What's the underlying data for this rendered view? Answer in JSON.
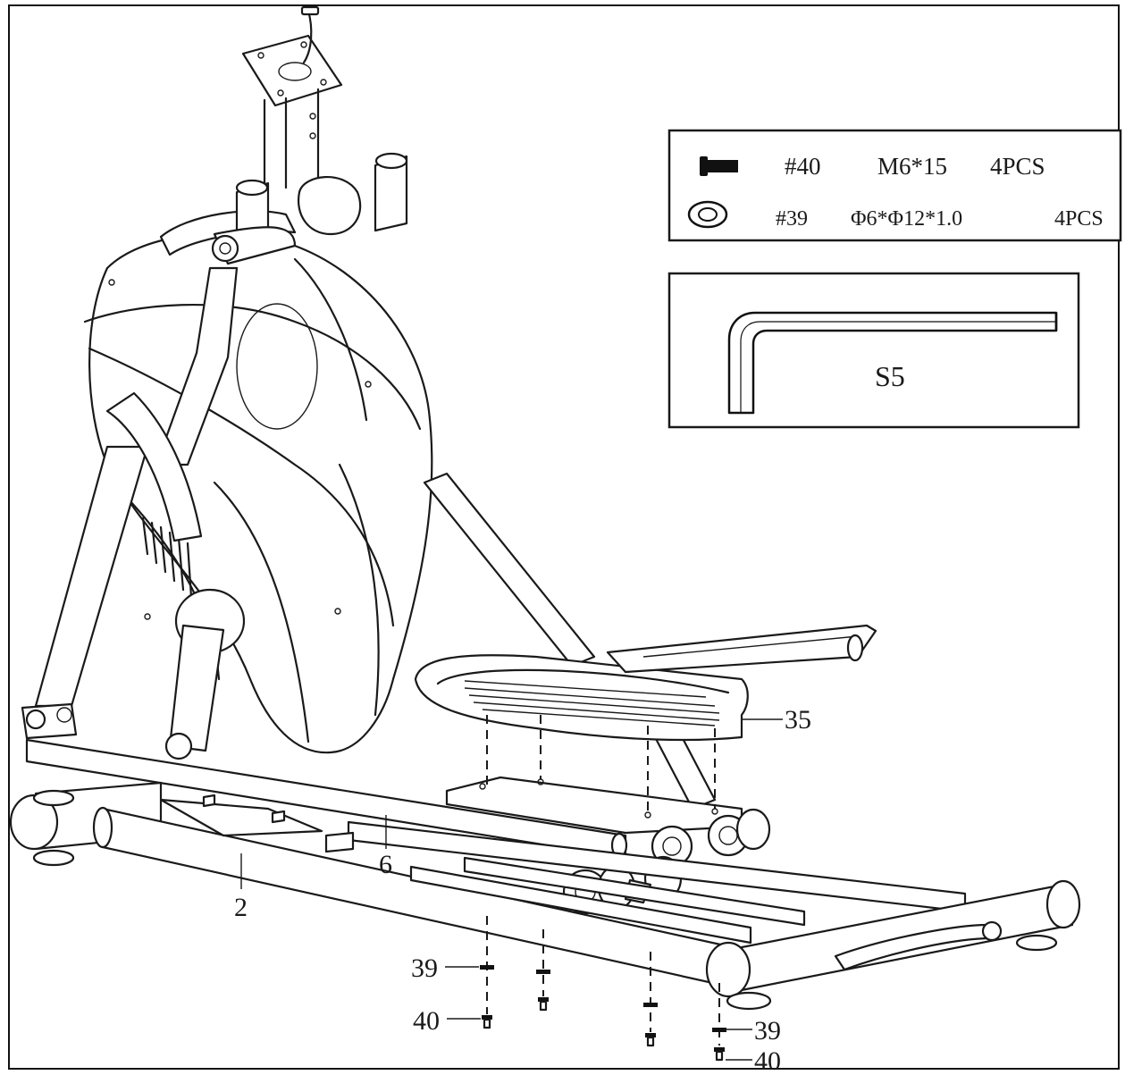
{
  "hardware_table": {
    "rows": [
      {
        "icon": "bolt-icon",
        "part": "#40",
        "spec": "M6*15",
        "qty": "4PCS"
      },
      {
        "icon": "washer-icon",
        "part": "#39",
        "spec": "Φ6*Φ12*1.0",
        "qty": "4PCS"
      }
    ]
  },
  "tool_box": {
    "icon": "allen-key-icon",
    "label": "S5"
  },
  "callouts": {
    "pedal": "35",
    "rail": "6",
    "base": "2",
    "washer_left": "39",
    "bolt_left": "40",
    "washer_right": "39",
    "bolt_right": "40"
  }
}
